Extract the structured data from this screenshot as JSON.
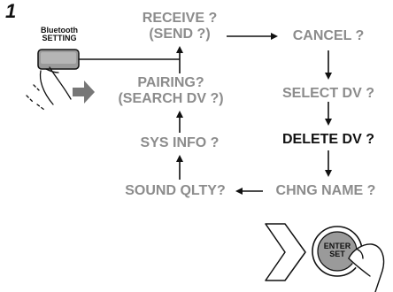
{
  "step_number": "1",
  "button": {
    "label_line1": "Bluetooth",
    "label_line2": "SETTING"
  },
  "menu": {
    "receive": {
      "line1": "RECEIVE ?",
      "line2": "(SEND ?)"
    },
    "cancel": "CANCEL ?",
    "select_dv": "SELECT DV ?",
    "delete_dv": "DELETE DV ?",
    "chng_name": "CHNG NAME ?",
    "sound_qlty": "SOUND QLTY?",
    "sys_info": "SYS INFO ?",
    "pairing": {
      "line1": "PAIRING?",
      "line2": "(SEARCH DV ?)"
    }
  },
  "enter_button": {
    "line1": "ENTER",
    "line2": "SET"
  },
  "colors": {
    "inactive_text": "#8c8c8c",
    "highlight_text": "#111111",
    "button_fill": "#9a9a9a"
  }
}
